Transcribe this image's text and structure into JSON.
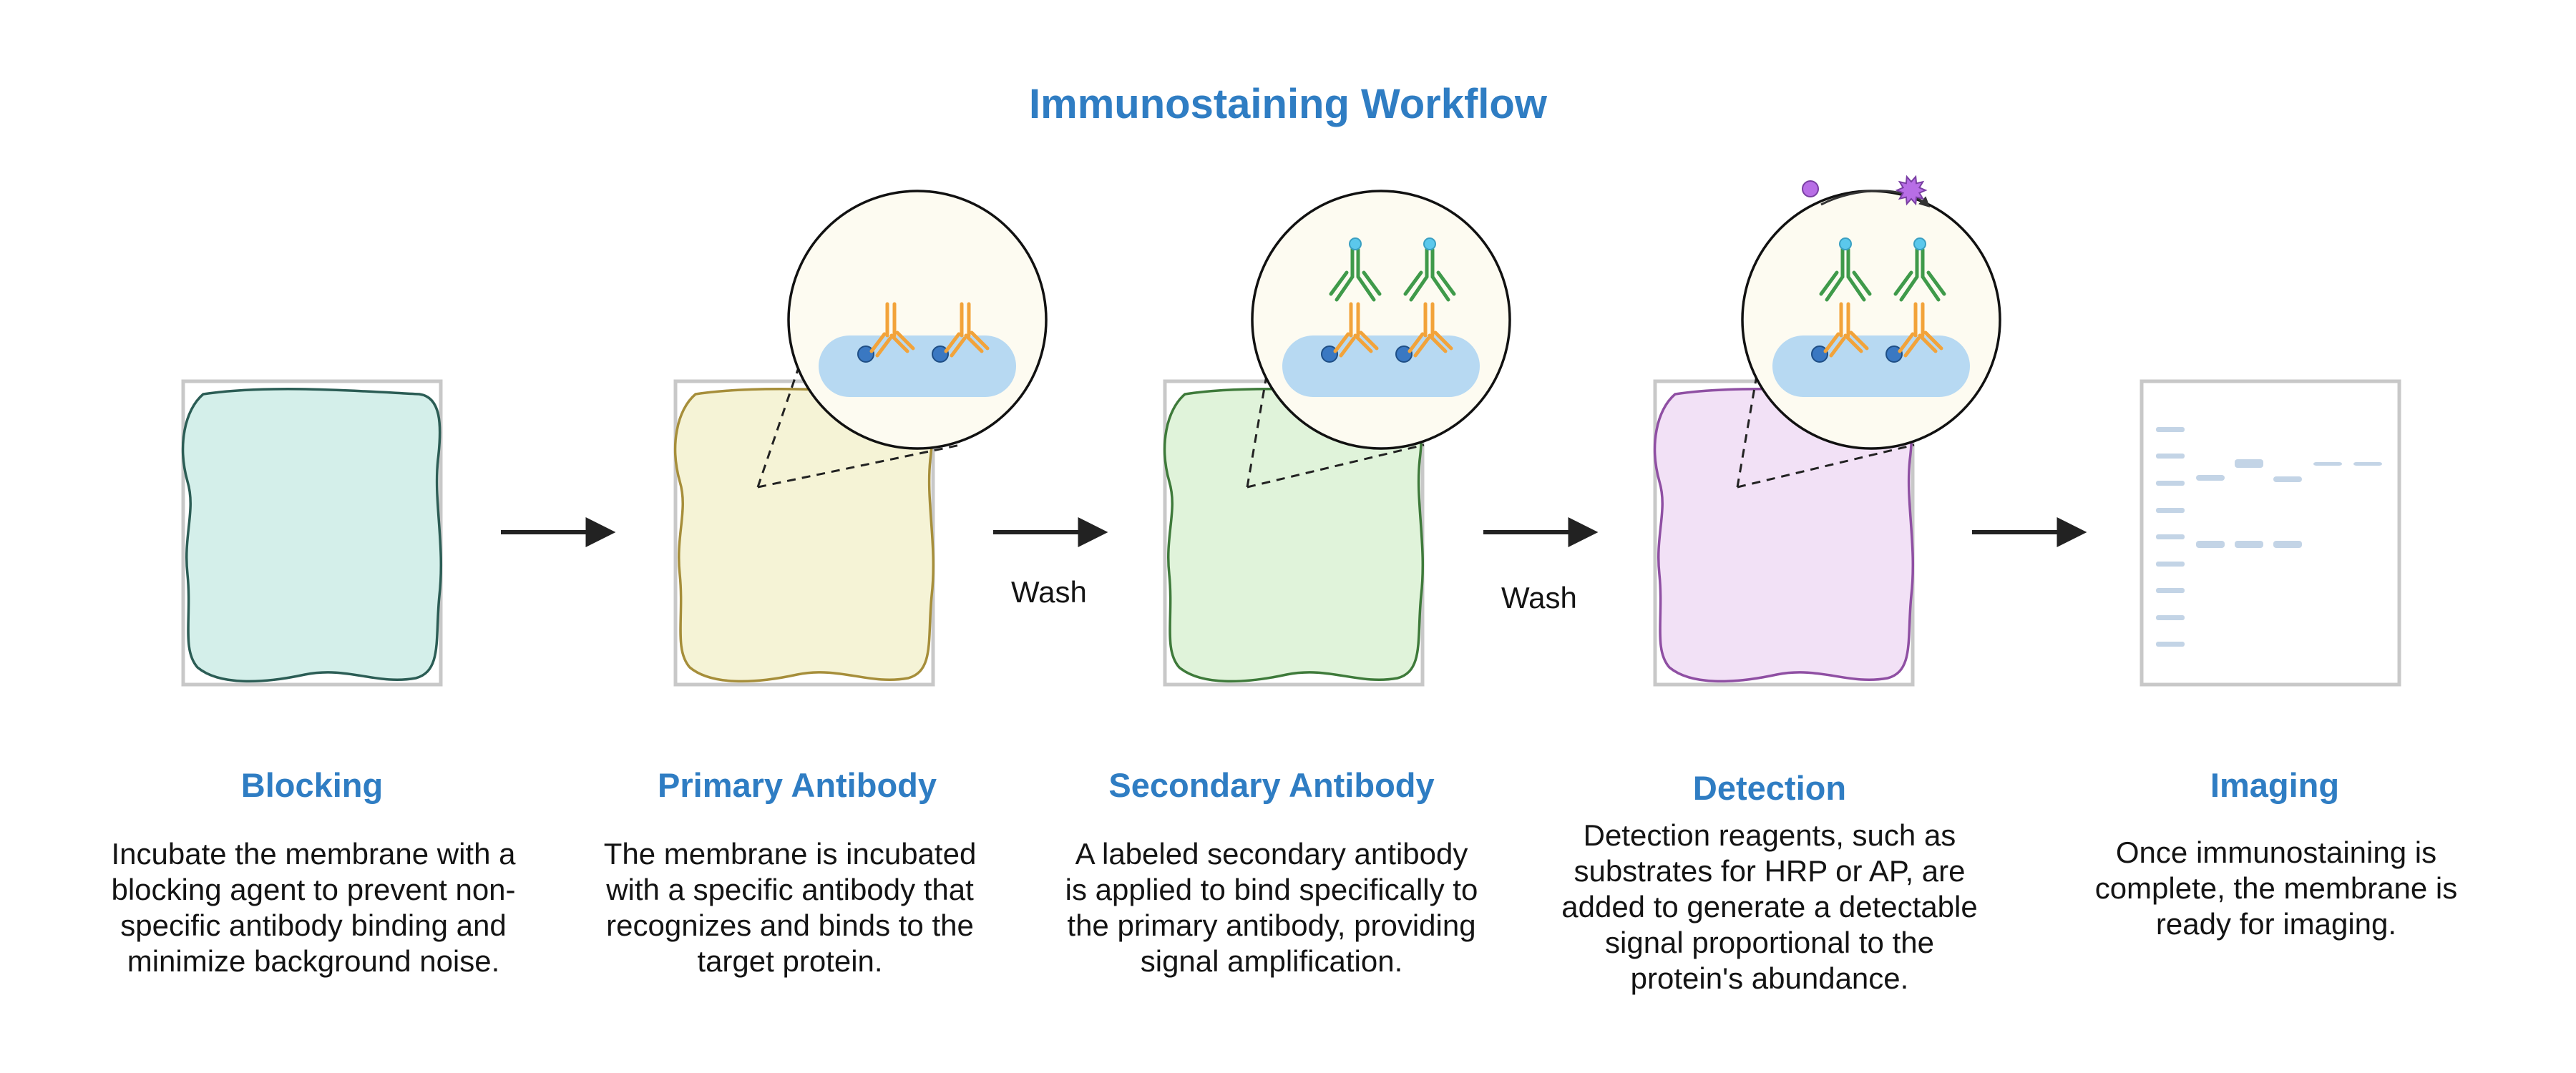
{
  "title": "Immunostaining Workflow",
  "colors": {
    "accent": "#2f7dc3",
    "membrane_frame": "#c8c8c8",
    "arrow": "#222222",
    "zoom_bg": "#fdfbf1",
    "target_band": "#b7d9f2",
    "primary_antibody": "#f2a33a",
    "secondary_antibody": "#3f9a4a",
    "label_dot": "#5bc8ec",
    "antigen_dot": "#3a78c2",
    "substrate": "#b86ee6",
    "blot_band": "#c3d4e6"
  },
  "steps": [
    {
      "title": "Blocking",
      "description": "Incubate the membrane with a\nblocking agent to prevent non-\nspecific antibody binding and\nminimize background noise.",
      "membrane_fill": "#d4efea",
      "membrane_stroke": "#2b5d55",
      "icon": "blocked-membrane-icon"
    },
    {
      "title": "Primary Antibody",
      "description": "The membrane is incubated\nwith a specific antibody that\nrecognizes and binds to the\ntarget protein.",
      "membrane_fill": "#f5f3d6",
      "membrane_stroke": "#a68e3a",
      "icon": "primary-antibody-membrane-icon"
    },
    {
      "title": "Secondary Antibody",
      "description": "A labeled secondary antibody\nis applied to bind specifically to\nthe primary antibody, providing\nsignal amplification.",
      "membrane_fill": "#e0f3da",
      "membrane_stroke": "#3e7a3a",
      "icon": "secondary-antibody-membrane-icon"
    },
    {
      "title": "Detection",
      "description": "Detection reagents, such as\nsubstrates for HRP or AP, are\nadded to generate a detectable\nsignal proportional to the\nprotein's abundance.",
      "membrane_fill": "#f2e1f6",
      "membrane_stroke": "#8f4fa3",
      "icon": "detection-membrane-icon"
    },
    {
      "title": "Imaging",
      "description": "Once immunostaining is\ncomplete, the membrane is\nready for imaging.",
      "icon": "blot-image-icon"
    }
  ],
  "transitions": [
    {
      "label": ""
    },
    {
      "label": "Wash"
    },
    {
      "label": "Wash"
    },
    {
      "label": ""
    }
  ]
}
